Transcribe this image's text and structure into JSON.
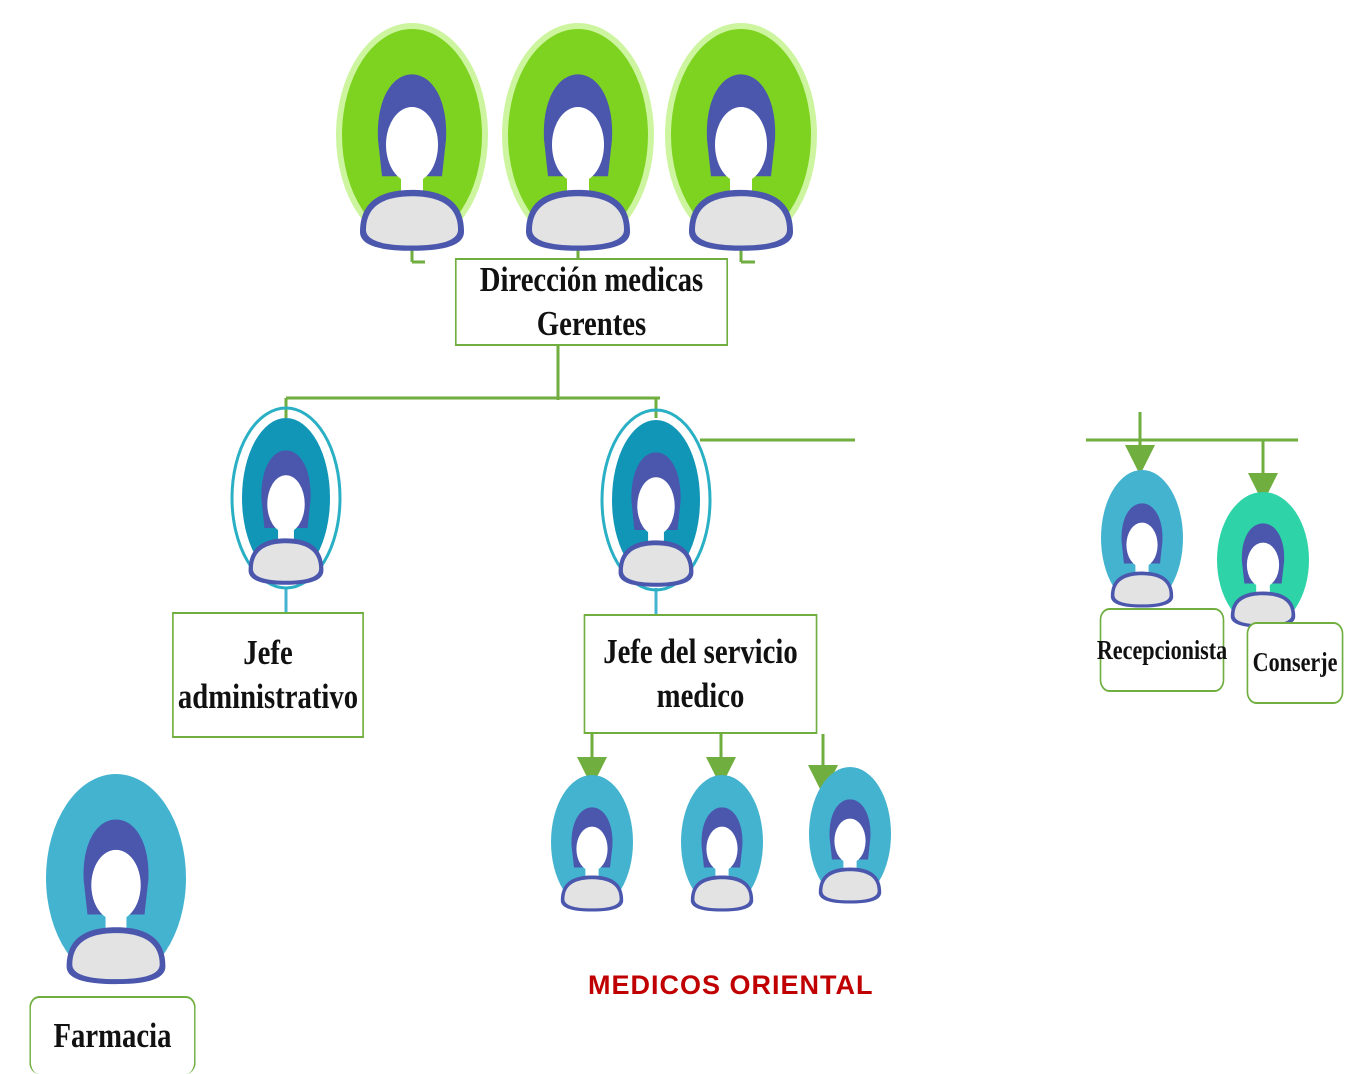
{
  "nodes": {
    "direccion": {
      "line1": "Dirección medicas",
      "line2": "Gerentes"
    },
    "jefe_admin": {
      "line1": "Jefe",
      "line2": "administrativo"
    },
    "jefe_servicio": {
      "line1": "Jefe del servicio",
      "line2": "medico"
    },
    "recepcionista": {
      "label": "Recepcionista"
    },
    "conserje": {
      "label": "Conserje"
    },
    "farmacia": {
      "label": "Farmacia"
    }
  },
  "footer": {
    "text": "MEDICOS ORIENTAL"
  },
  "colors": {
    "green_ring": "#8ee030",
    "green_fill": "#7ed321",
    "connector": "#6fae3f",
    "teal": "#2ab0c4",
    "cyan": "#44b3d0",
    "mint": "#2ed3a8",
    "person_hair": "#4a57ad",
    "footer_text": "#c00000"
  },
  "icons": [
    "person-avatar-icon"
  ]
}
